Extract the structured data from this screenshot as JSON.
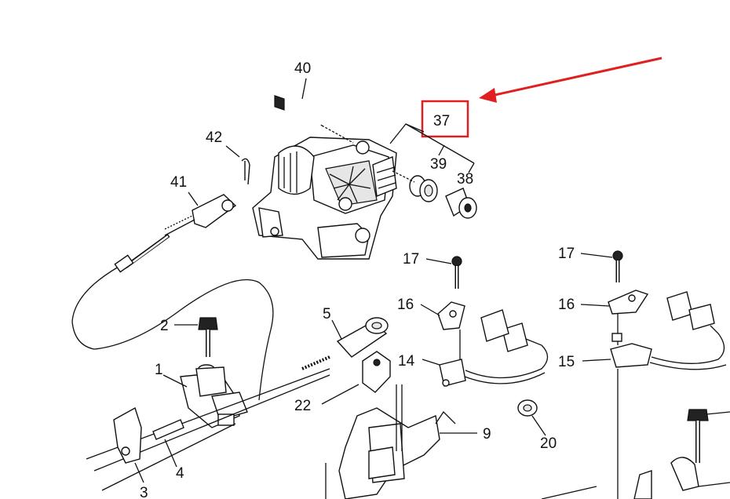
{
  "highlight": {
    "label": "37",
    "color": "#e02020"
  },
  "labels": {
    "p40": "40",
    "p42": "42",
    "p41": "41",
    "p37": "37",
    "p39": "39",
    "p38": "38",
    "p17a": "17",
    "p16a": "16",
    "p14": "14",
    "p17b": "17",
    "p16b": "16",
    "p15": "15",
    "p5": "5",
    "p2": "2",
    "p1": "1",
    "p22": "22",
    "p9": "9",
    "p20": "20",
    "p3": "3",
    "p4": "4"
  }
}
